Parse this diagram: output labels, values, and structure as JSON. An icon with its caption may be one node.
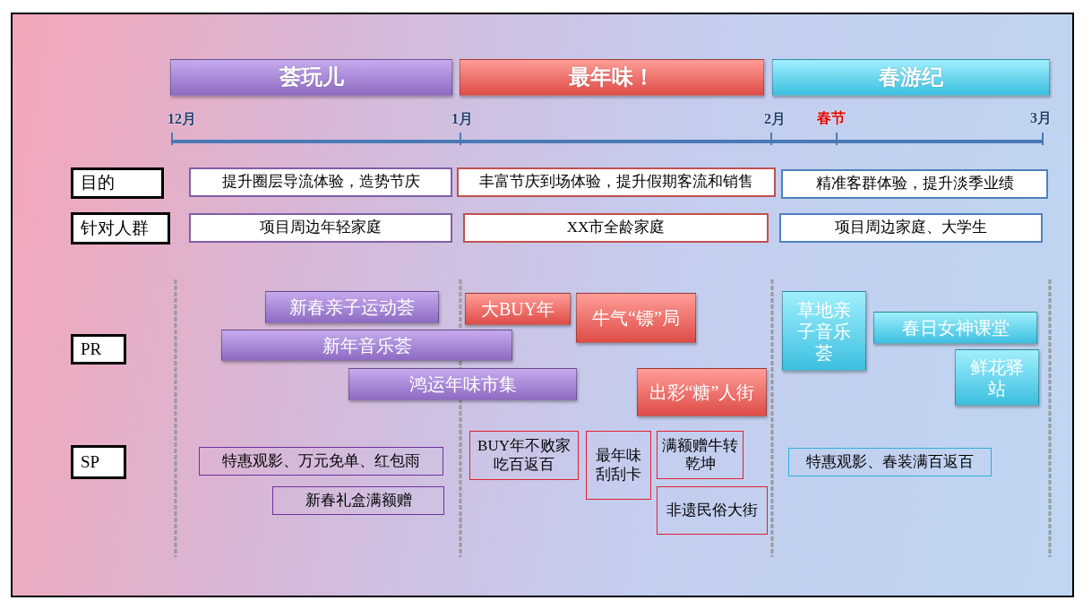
{
  "diagram": {
    "nodes": [
      {
        "text": [
          "荟玩儿"
        ]
      },
      {
        "text": [
          "最年味！"
        ]
      },
      {
        "text": [
          "春游纪"
        ]
      },
      {
        "text": [
          "目的"
        ]
      },
      {
        "text": [
          "提升圈层导流体验，造势节庆"
        ]
      },
      {
        "text": [
          "丰富节庆到场体验，提升假期客流和销售"
        ]
      },
      {
        "text": [
          "精准客群体验，提升淡季业绩"
        ]
      },
      {
        "text": [
          "针对人群"
        ]
      },
      {
        "text": [
          "项目周边年轻家庭"
        ]
      },
      {
        "text": [
          "XX市全龄家庭"
        ]
      },
      {
        "text": [
          "项目周边家庭、大学生"
        ]
      },
      {
        "text": [
          "PR"
        ]
      },
      {
        "text": [
          "新春亲子运动荟"
        ]
      },
      {
        "text": [
          "新年音乐荟"
        ]
      },
      {
        "text": [
          "鸿运年味市集"
        ]
      },
      {
        "text": [
          "大BUY年"
        ]
      },
      {
        "text": [
          "牛气“镖”局"
        ]
      },
      {
        "text": [
          "出彩“糖”人街"
        ]
      },
      {
        "text": [
          "草地亲子音乐荟"
        ]
      },
      {
        "text": [
          "春日女神课堂"
        ]
      },
      {
        "text": [
          "鲜花驿站"
        ]
      },
      {
        "text": [
          "SP"
        ]
      },
      {
        "text": [
          "特惠观影、万元免单、红包雨"
        ]
      },
      {
        "text": [
          "新春礼盒满额赠"
        ]
      },
      {
        "text": [
          "BUY年不败家吃百返百"
        ]
      },
      {
        "text": [
          "最年味刮刮卡"
        ]
      },
      {
        "text": [
          "满额赠牛转乾坤"
        ]
      },
      {
        "text": [
          "非遗民俗大街"
        ]
      },
      {
        "text": [
          "特惠观影、春装满百返百"
        ]
      }
    ],
    "labels": [
      "12月",
      "1月",
      "2月",
      "春节",
      "3月"
    ]
  }
}
